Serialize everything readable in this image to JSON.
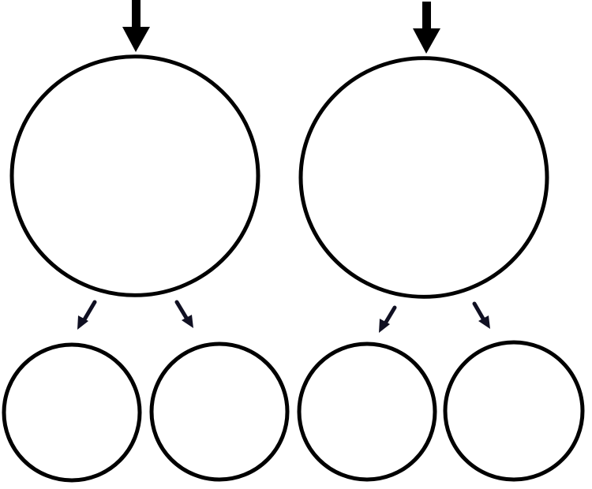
{
  "diagram": {
    "colors": {
      "background": "#ffffff",
      "stroke": "#000000",
      "small_arrow": "#101022"
    },
    "nodes": [
      {
        "id": "left-parent",
        "role": "parent"
      },
      {
        "id": "right-parent",
        "role": "parent"
      },
      {
        "id": "left-child-1",
        "role": "child",
        "parent": "left-parent"
      },
      {
        "id": "left-child-2",
        "role": "child",
        "parent": "left-parent"
      },
      {
        "id": "right-child-1",
        "role": "child",
        "parent": "right-parent"
      },
      {
        "id": "right-child-2",
        "role": "child",
        "parent": "right-parent"
      }
    ],
    "edges": [
      {
        "id": "input-left",
        "to": "left-parent",
        "kind": "input"
      },
      {
        "id": "input-right",
        "to": "right-parent",
        "kind": "input"
      },
      {
        "id": "split-left-1",
        "from": "left-parent",
        "to": "left-child-1",
        "kind": "split"
      },
      {
        "id": "split-left-2",
        "from": "left-parent",
        "to": "left-child-2",
        "kind": "split"
      },
      {
        "id": "split-right-1",
        "from": "right-parent",
        "to": "right-child-1",
        "kind": "split"
      },
      {
        "id": "split-right-2",
        "from": "right-parent",
        "to": "right-child-2",
        "kind": "split"
      }
    ]
  }
}
